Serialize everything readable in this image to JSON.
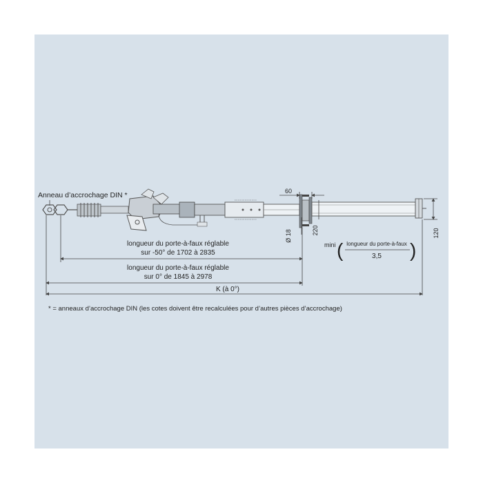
{
  "labels": {
    "hitch_ring": "Anneau d’accrochage DIN *",
    "dim_60": "60",
    "dim_220": "220",
    "dim_diameter": "Ø 18",
    "dim_120": "120",
    "adj_50_title": "longueur du porte-à-faux réglable",
    "adj_50_range": "sur -50° de 1702 à 2835",
    "adj_0_title": "longueur du porte-à-faux réglable",
    "adj_0_range": "sur 0° de 1845 à 2978",
    "mini_label": "mini",
    "fraction_numerator": "longueur du porte-à-faux",
    "fraction_denominator": "3,5",
    "k_label": "K (à 0°)",
    "footnote": "* = anneaux d’accrochage DIN (les cotes doivent être recalculées pour d’autres pièces d’accrochage)"
  },
  "colors": {
    "panel_background": "#d7e1ea",
    "line": "#555555",
    "bracket": "#8a8a8a"
  }
}
